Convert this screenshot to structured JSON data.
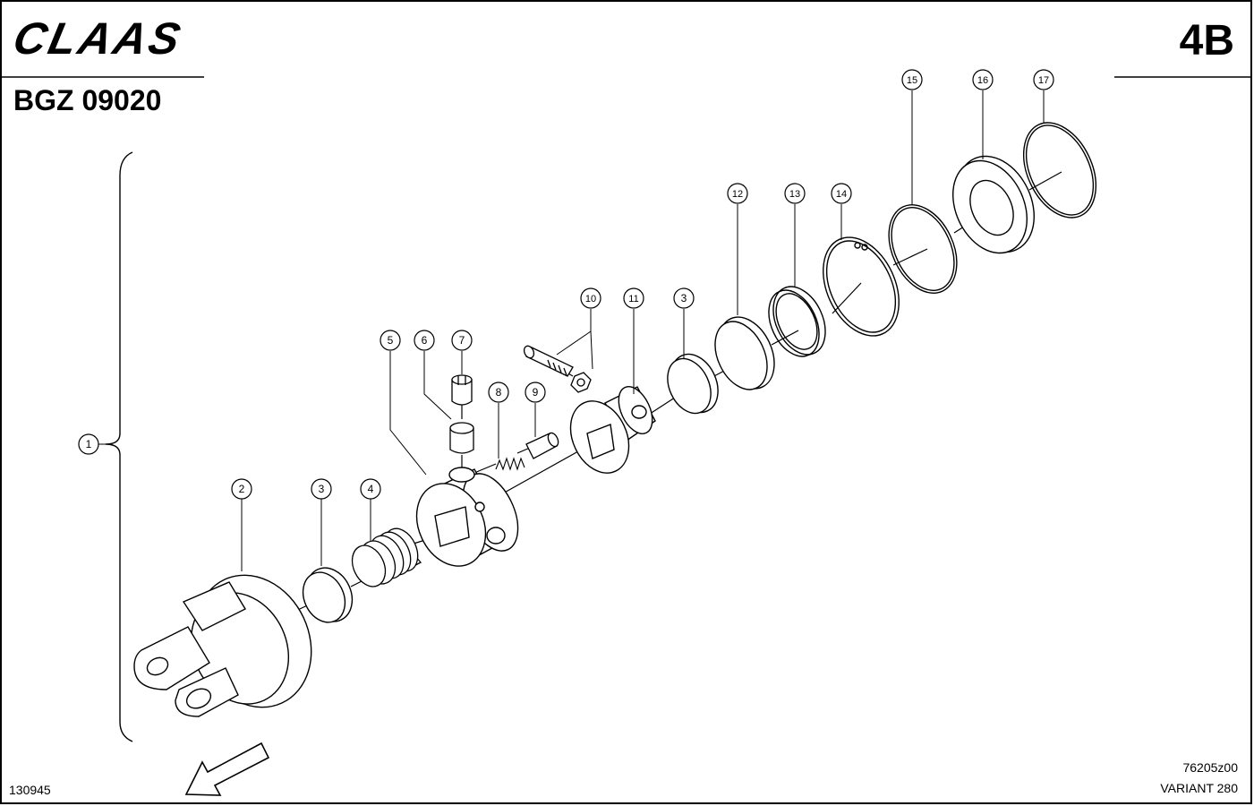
{
  "header": {
    "logo_text": "CLAAS",
    "group_code": "BGZ 09020",
    "page_label": "4B"
  },
  "footer": {
    "image_number": "130945",
    "drawing_number": "76205z00",
    "variant": "VARIANT 280"
  },
  "callouts": [
    {
      "label": "1"
    },
    {
      "label": "2"
    },
    {
      "label": "3"
    },
    {
      "label": "4"
    },
    {
      "label": "5"
    },
    {
      "label": "6"
    },
    {
      "label": "7"
    },
    {
      "label": "8"
    },
    {
      "label": "9"
    },
    {
      "label": "10"
    },
    {
      "label": "11"
    },
    {
      "label": "3"
    },
    {
      "label": "12"
    },
    {
      "label": "13"
    },
    {
      "label": "14"
    },
    {
      "label": "15"
    },
    {
      "label": "16"
    },
    {
      "label": "17"
    }
  ]
}
